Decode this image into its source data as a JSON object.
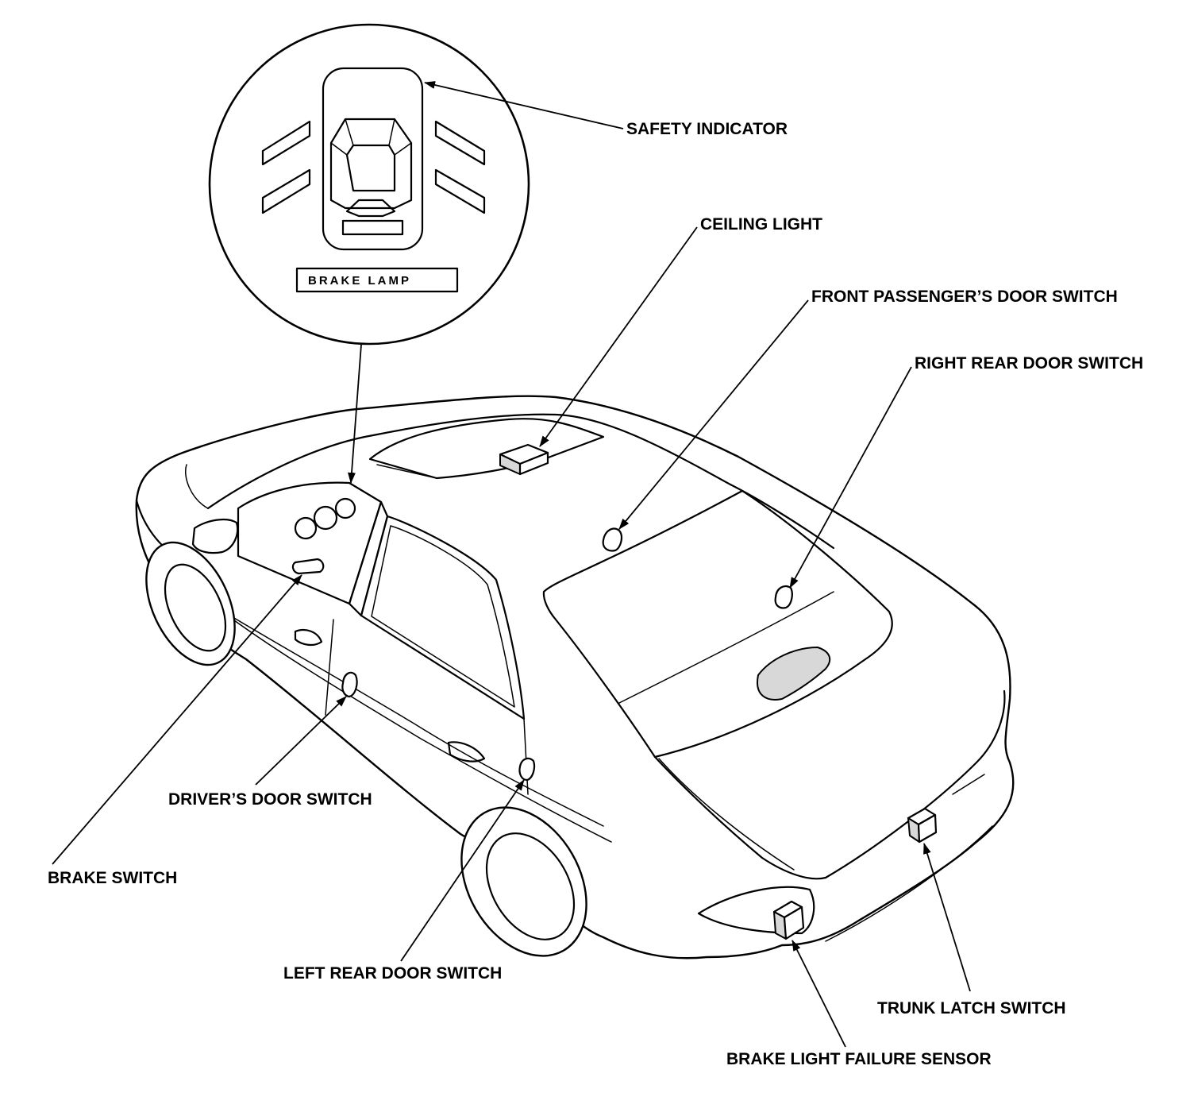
{
  "inset": {
    "brake_lamp_label": "BRAKE LAMP"
  },
  "labels": {
    "safety_indicator": "SAFETY INDICATOR",
    "ceiling_light": "CEILING LIGHT",
    "front_passenger_door_switch": "FRONT PASSENGER’S DOOR SWITCH",
    "right_rear_door_switch": "RIGHT REAR DOOR SWITCH",
    "drivers_door_switch": "DRIVER’S DOOR SWITCH",
    "brake_switch": "BRAKE SWITCH",
    "left_rear_door_switch": "LEFT REAR DOOR SWITCH",
    "trunk_latch_switch": "TRUNK LATCH SWITCH",
    "brake_light_failure_sensor": "BRAKE LIGHT FAILURE SENSOR"
  }
}
